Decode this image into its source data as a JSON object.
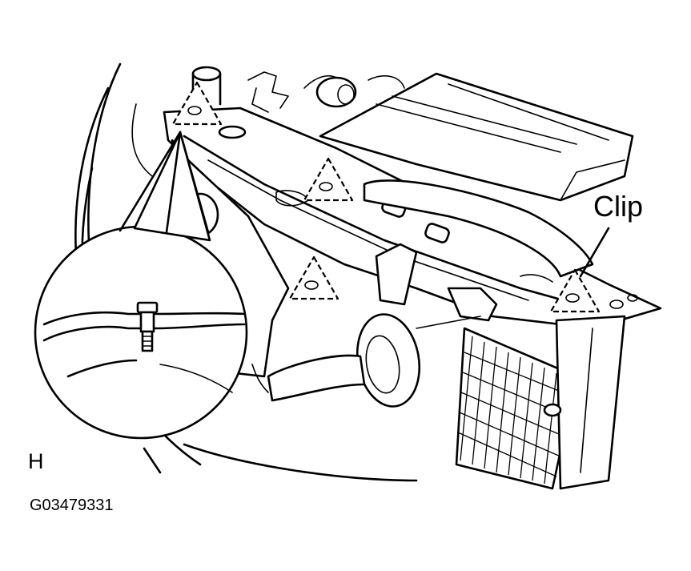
{
  "labels": {
    "clip": "Clip",
    "view": "H",
    "figure_id": "G03479331"
  },
  "colors": {
    "line": "#000000",
    "background": "#ffffff"
  },
  "icons": [
    "bolt-icon"
  ]
}
